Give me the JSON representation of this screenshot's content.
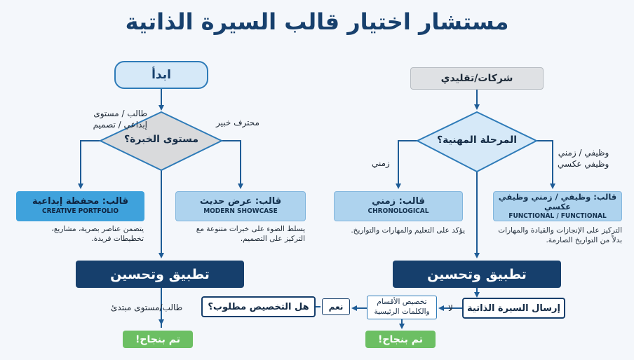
{
  "title": "مستشار اختيار قالب السيرة الذاتية",
  "left": {
    "start": "ابدأ",
    "decision": "مستوى الخبرة؟",
    "branch_creative": "طالب / مستوى\nإبداعي / تصميم",
    "branch_expert": "محترف خبير",
    "tpl_creative_ar": "قالب: محفظة إبداعية",
    "tpl_creative_en": "CREATIVE PORTFOLIO",
    "tpl_creative_desc": "يتضمن عناصر بصرية، مشاريع،\nتخطيطات فريدة.",
    "tpl_modern_ar": "قالب: عرض حديث",
    "tpl_modern_en": "MODERN SHOWCASE",
    "tpl_modern_desc": "يسلط الضوء على خبرات متنوعة مع\nالتركيز على التصميم.",
    "apply": "تطبيق وتحسين",
    "question": "هل التخصيص مطلوب؟",
    "branch_student": "طالب/مستوى مبتدئ",
    "done": "تم بنجاح!"
  },
  "right": {
    "start": "شركات/تقليدي",
    "decision": "المرحلة المهنية؟",
    "branch_chrono": "زمني",
    "branch_functional": "وظيفي / زمني\nوظيفي عكسي",
    "tpl_chrono_ar": "قالب: زمني",
    "tpl_chrono_en": "CHRONOLOGICAL",
    "tpl_chrono_desc": "يؤكد على التعليم والمهارات والتواريخ.",
    "tpl_functional_ar": "قالب: وظيفي / زمني وظيفي عكسي",
    "tpl_functional_en": "FUNCTIONAL / FUNCTIONAL",
    "tpl_functional_desc": "التركيز على الإنجازات والقيادة والمهارات\nبدلاً من التواريخ الصارمة.",
    "apply": "تطبيق وتحسين",
    "send": "إرسال السيرة الذاتية",
    "no": "لا",
    "customize": "تخصيص الأقسام\nوالكلمات الرئيسية",
    "yes": "نعم",
    "done": "تم بنجاح!"
  },
  "colors": {
    "navy": "#163f6c",
    "blue": "#2e7bb8",
    "title": "#17406d",
    "green": "#6cbf63",
    "diamond": "#d9dadc"
  }
}
